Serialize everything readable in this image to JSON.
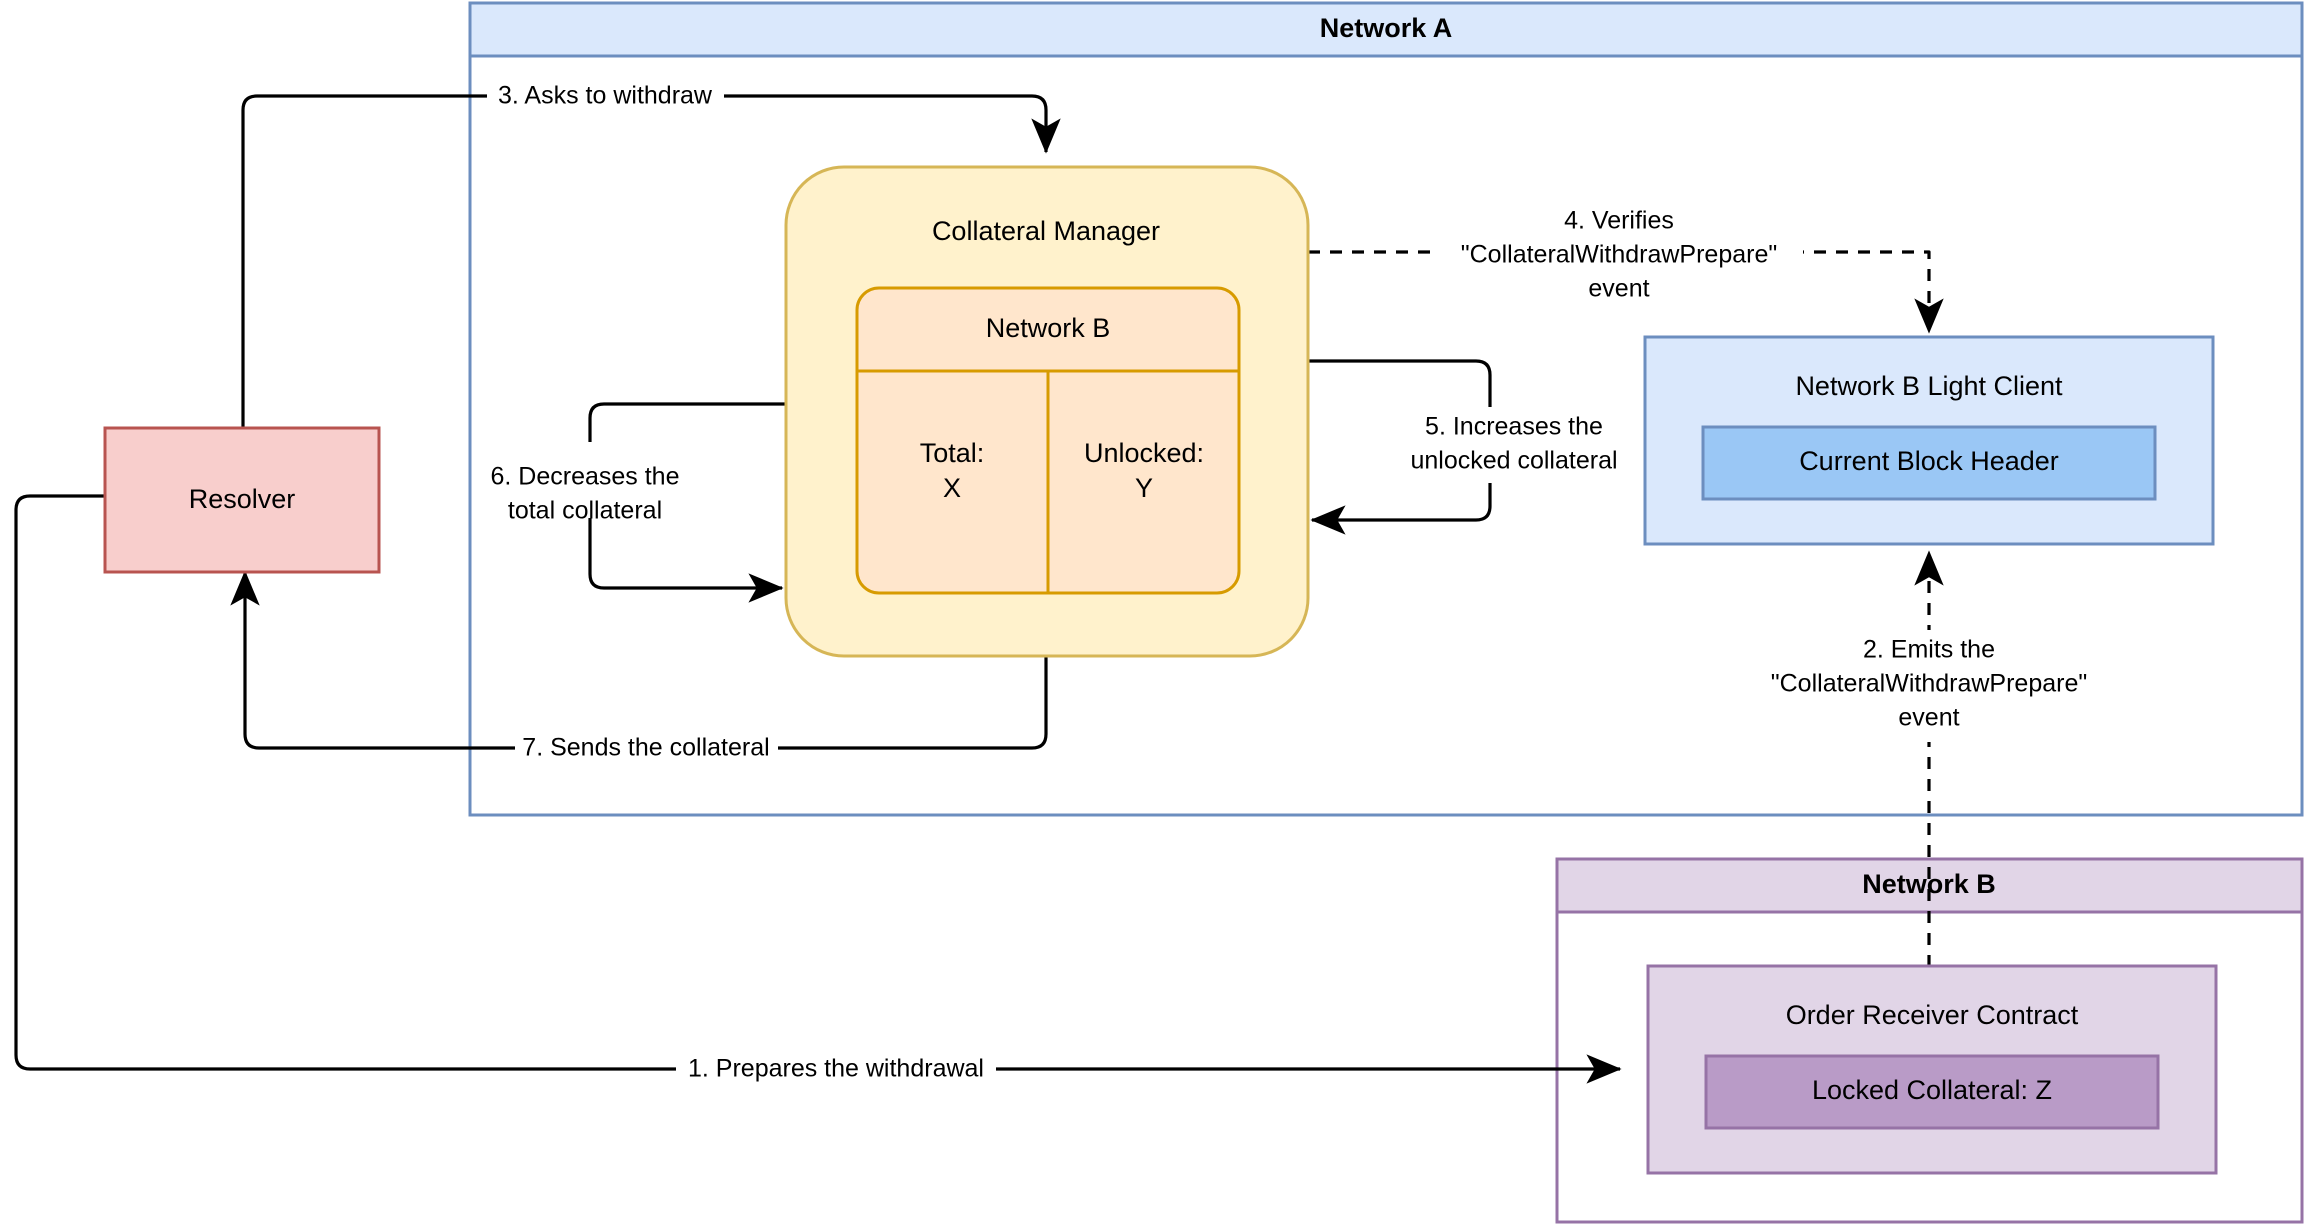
{
  "diagram": {
    "title": "Cross-chain collateral withdrawal flow",
    "groups": {
      "network_a": {
        "title": "Network A",
        "fill": "#dae8fc",
        "stroke": "#6c8ebf"
      },
      "network_b": {
        "title": "Network B",
        "fill": "#e1d5e7",
        "stroke": "#9673a6"
      }
    },
    "nodes": {
      "resolver": {
        "label": "Resolver",
        "fill": "#f8cecc",
        "stroke": "#b85450"
      },
      "collateral_manager": {
        "label": "Collateral Manager",
        "fill": "#fff2cc",
        "stroke": "#d6b656"
      },
      "network_b_table": {
        "header": "Network B",
        "fill": "#ffe6cc",
        "stroke": "#d79b00",
        "columns": [
          {
            "label": "Total:",
            "value": "X"
          },
          {
            "label": "Unlocked:",
            "value": "Y"
          }
        ]
      },
      "light_client": {
        "label": "Network B Light Client",
        "fill": "#dae8fc",
        "stroke": "#6c8ebf",
        "inner": {
          "label": "Current Block Header",
          "fill": "#9ac7f5",
          "stroke": "#6c8ebf"
        }
      },
      "order_receiver": {
        "label": "Order Receiver Contract",
        "fill": "#e1d5e7",
        "stroke": "#9673a6",
        "inner": {
          "label": "Locked Collateral: Z",
          "fill": "#b99bc7",
          "stroke": "#9673a6"
        }
      }
    },
    "edges": [
      {
        "id": "e1",
        "label": "1. Prepares the withdrawal",
        "style": "solid"
      },
      {
        "id": "e2",
        "label_lines": [
          "2. Emits the",
          "\"CollateralWithdrawPrepare\"",
          "event"
        ],
        "style": "dashed"
      },
      {
        "id": "e3",
        "label": "3. Asks to withdraw",
        "style": "solid"
      },
      {
        "id": "e4",
        "label_lines": [
          "4. Verifies",
          "\"CollateralWithdrawPrepare\"",
          "event"
        ],
        "style": "dashed"
      },
      {
        "id": "e5",
        "label_lines": [
          "5. Increases the",
          "unlocked collateral"
        ],
        "style": "solid"
      },
      {
        "id": "e6",
        "label_lines": [
          "6. Decreases the",
          "total collateral"
        ],
        "style": "solid"
      },
      {
        "id": "e7",
        "label": "7. Sends the collateral",
        "style": "solid"
      }
    ],
    "edge_text": {
      "e1": "1. Prepares the withdrawal",
      "e2_l1": "2. Emits the",
      "e2_l2": "\"CollateralWithdrawPrepare\"",
      "e2_l3": "event",
      "e3": "3. Asks to withdraw",
      "e4_l1": "4. Verifies",
      "e4_l2": "\"CollateralWithdrawPrepare\"",
      "e4_l3": "event",
      "e5_l1": "5. Increases the",
      "e5_l2": "unlocked collateral",
      "e6_l1": "6. Decreases the",
      "e6_l2": "total collateral",
      "e7": "7. Sends the collateral"
    }
  }
}
